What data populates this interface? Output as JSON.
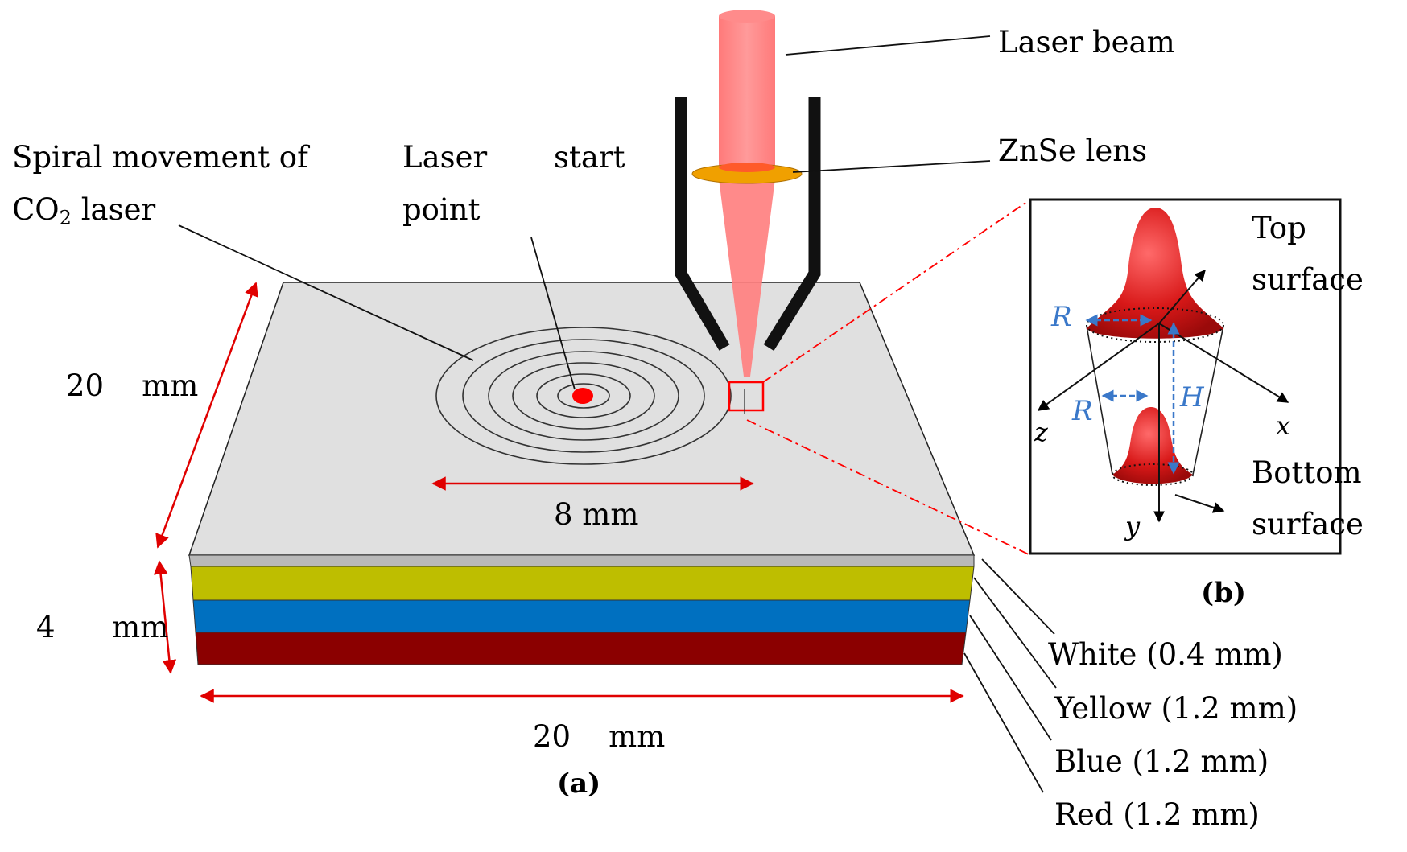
{
  "labels": {
    "laser_beam": "Laser beam",
    "znse_lens": "ZnSe lens",
    "spiral_line1": "Spiral  movement  of",
    "spiral_line2_a": "CO",
    "spiral_line2_sub": "2",
    "spiral_line2_b": " laser",
    "laser_start_word1": "Laser",
    "laser_start_word2": "start",
    "laser_start_word3": "point",
    "dim_depth": "20    mm",
    "dim_thickness": "4      mm",
    "dim_width": "20    mm",
    "dim_spiral": "8 mm",
    "caption_a": "(a)",
    "caption_b": "(b)",
    "top_surface_1": "Top",
    "top_surface_2": "surface",
    "bottom_surface_1": "Bottom",
    "bottom_surface_2": "surface",
    "axis_x": "x",
    "axis_y": "y",
    "axis_z": "z",
    "param_R": "R",
    "param_H": "H",
    "param_r": "R"
  },
  "layers": [
    {
      "label": "White (0.4 mm)",
      "color": "#b9b9b9"
    },
    {
      "label": "Yellow (1.2 mm)",
      "color": "#bebe00"
    },
    {
      "label": "Blue (1.2 mm)",
      "color": "#0070c0"
    },
    {
      "label": "Red (1.2 mm)",
      "color": "#8b0000"
    }
  ],
  "colors": {
    "plate_top": "#e0e0e0",
    "beam": "#ff8080",
    "lens": "#f0a000",
    "dimension": "#e00000",
    "gaussian": "#d81818",
    "inset_arrow": "#3a78c9"
  }
}
